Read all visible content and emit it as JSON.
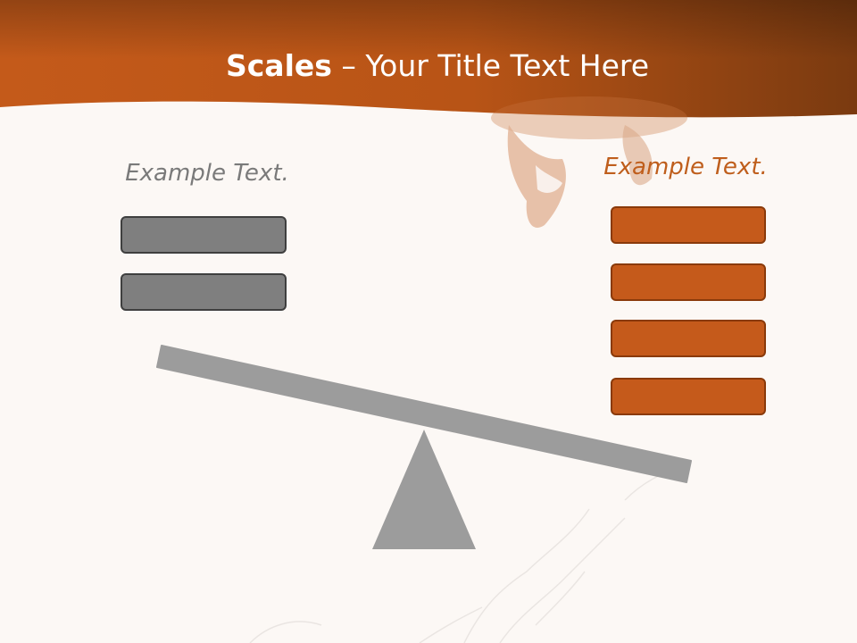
{
  "slide": {
    "title_bold": "Scales",
    "title_rest": " – Your Title Text Here",
    "left_label": "Example Text.",
    "right_label": "Example Text."
  },
  "colors": {
    "header_orange": "#c45a1a",
    "header_dark": "#7a3a10",
    "grey_box": "#7f7f7f",
    "orange_box": "#c55a1b",
    "beam": "#9c9c9c",
    "background": "#fcf8f5"
  },
  "left_boxes": [
    "",
    ""
  ],
  "right_boxes": [
    "",
    "",
    "",
    ""
  ]
}
